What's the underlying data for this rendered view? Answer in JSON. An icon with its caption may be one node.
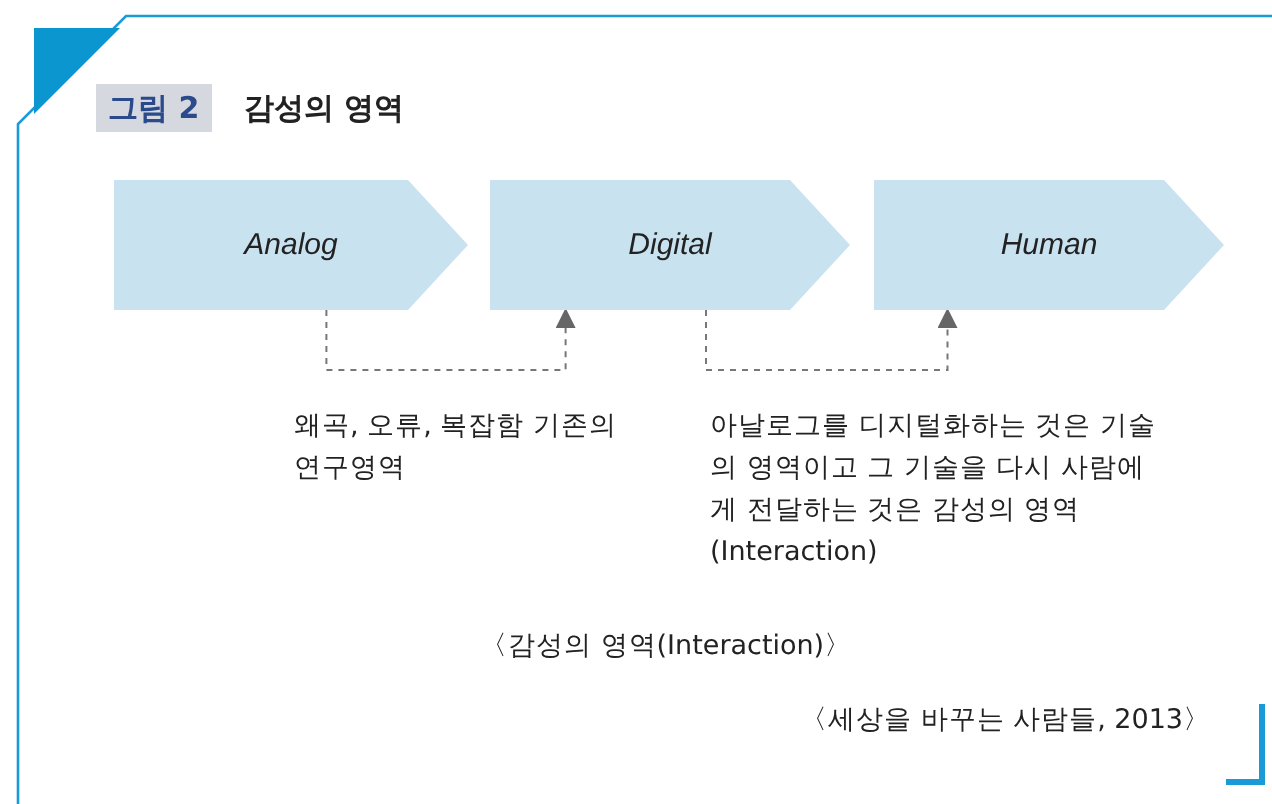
{
  "diagram": {
    "title": "감성의 영역",
    "caption": "〈감성의 영역(Interaction)〉",
    "nodes": [
      {
        "text": [
          "Analog"
        ]
      },
      {
        "text": [
          "Digital"
        ]
      },
      {
        "text": [
          "Human"
        ]
      }
    ],
    "edges": [
      {
        "from": 0,
        "to": 1,
        "arrow": "to",
        "style": "dashed"
      },
      {
        "from": 1,
        "to": 2,
        "arrow": "to",
        "style": "dashed"
      }
    ],
    "labels": [
      "그림 2",
      "왜곡, 오류, 복잡함 기존의 연구영역",
      "아날로그를 디지털화하는 것은 기술의 영역이고 그 기술을 다시 사람에게 전달하는 것은 감성의 영역(Interaction)",
      "〈세상을 바꾸는 사람들, 2013〉"
    ]
  }
}
